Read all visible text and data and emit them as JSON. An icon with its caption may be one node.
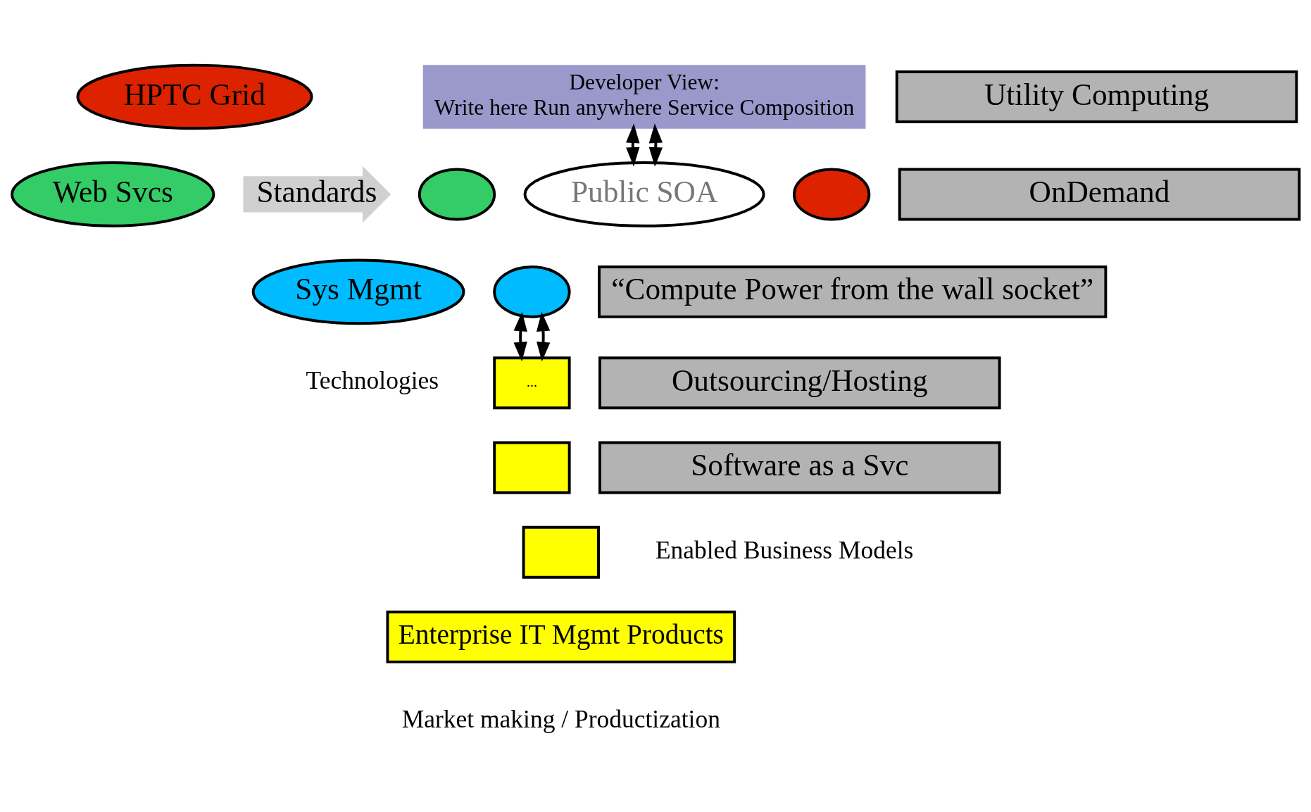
{
  "diagram": {
    "nodes": [
      {
        "text": [
          "HPTC Grid"
        ]
      },
      {
        "text": [
          "Web Svcs"
        ]
      },
      {
        "text": [
          "Sys Mgmt"
        ]
      },
      {
        "text": [
          "Standards"
        ]
      },
      {
        "text": [
          "Developer View:",
          "Write here Run anywhere Service Composition"
        ]
      },
      {
        "text": [],
        "shape": "circle"
      },
      {
        "text": [],
        "shape": "circle"
      },
      {
        "text": [],
        "shape": "circle"
      },
      {
        "text": [
          "Public SOA"
        ]
      },
      {
        "text": [
          "..."
        ]
      },
      {
        "text": [],
        "shape": "box"
      },
      {
        "text": [],
        "shape": "box"
      },
      {
        "text": [
          "Enterprise IT Mgmt Products"
        ]
      },
      {
        "text": [
          "Utility Computing"
        ]
      },
      {
        "text": [
          "OnDemand"
        ]
      },
      {
        "text": [
          "“Compute Power from the wall socket”"
        ]
      },
      {
        "text": [
          "Outsourcing/Hosting"
        ]
      },
      {
        "text": [
          "Software as a Svc"
        ]
      }
    ],
    "edges": [
      {
        "from": 4,
        "to": 8,
        "arrow": "both"
      },
      {
        "from": 4,
        "to": 8,
        "arrow": "both"
      },
      {
        "from": 7,
        "to": 9,
        "arrow": "both"
      },
      {
        "from": 7,
        "to": 9,
        "arrow": "both"
      }
    ],
    "labels": [
      "Technologies",
      "Enabled Business Models",
      "Market making / Productization"
    ]
  }
}
